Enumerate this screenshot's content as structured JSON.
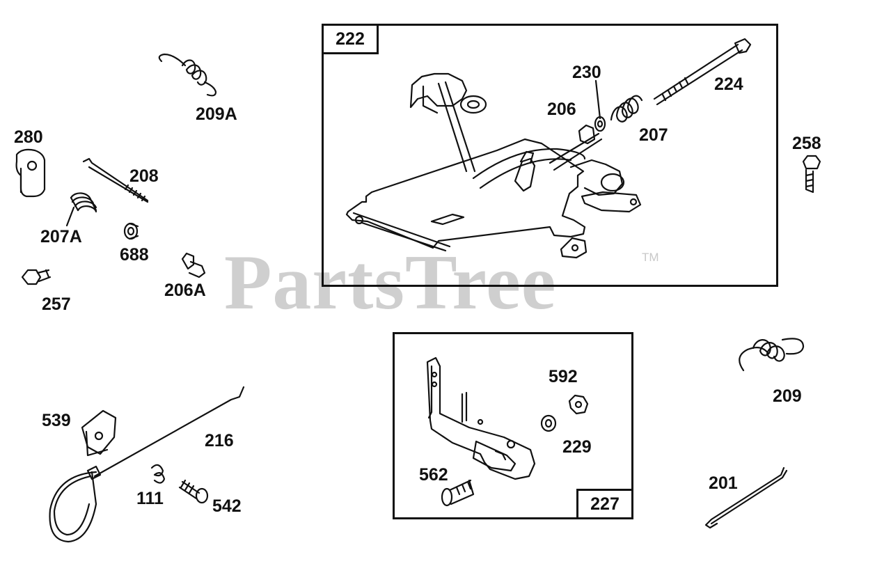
{
  "watermark": {
    "text": "PartsTree",
    "mark": "TM"
  },
  "boxes": {
    "control_bracket": {
      "label": "222"
    },
    "lever_assembly": {
      "label": "227"
    }
  },
  "callouts": {
    "spring_209a": "209A",
    "link_280": "280",
    "rod_208": "208",
    "spring_207a": "207A",
    "bushing_688": "688",
    "screw_257": "257",
    "screw_206a": "206A",
    "washer_230": "230",
    "screw_224": "224",
    "nut_206": "206",
    "spring_207": "207",
    "screw_258": "258",
    "clip_539": "539",
    "link_216": "216",
    "clip_111": "111",
    "screw_542": "542",
    "nut_592": "592",
    "washer_229": "229",
    "screw_562": "562",
    "spring_209": "209",
    "link_201": "201"
  },
  "colors": {
    "ink": "#111111",
    "watermark": "#cfcfcf"
  }
}
